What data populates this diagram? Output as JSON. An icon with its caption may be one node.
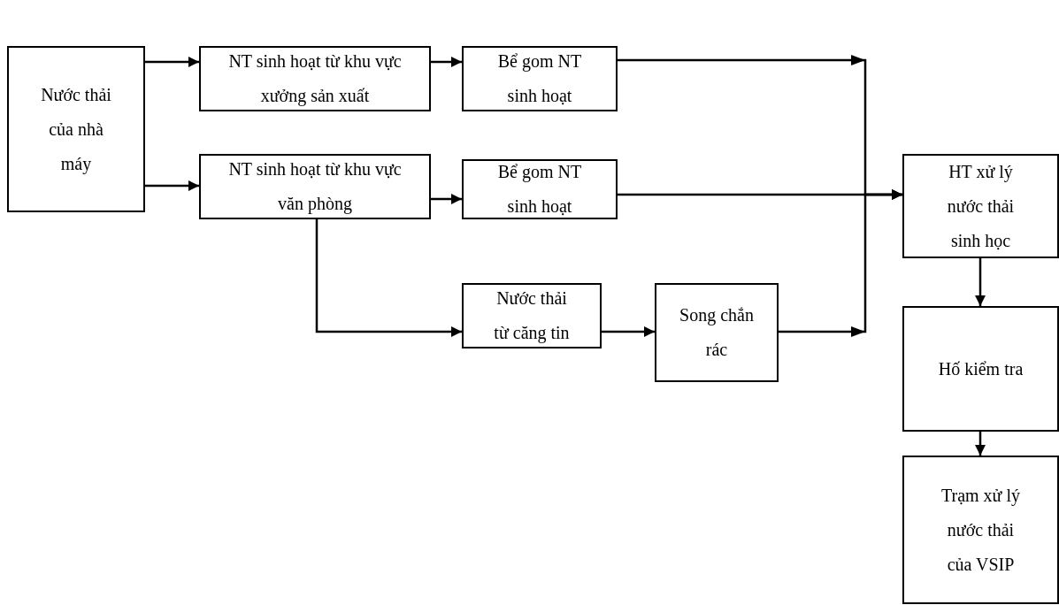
{
  "diagram": {
    "nodes": [
      {
        "text": [
          "Nước thải của nhà máy"
        ]
      },
      {
        "text": [
          "NT sinh hoạt từ khu vực xưởng sản xuất"
        ]
      },
      {
        "text": [
          "Bể gom NT sinh hoạt"
        ]
      },
      {
        "text": [
          "NT sinh hoạt từ khu vực văn phòng"
        ]
      },
      {
        "text": [
          "Bể gom NT sinh hoạt"
        ]
      },
      {
        "text": [
          "Nước thải từ căng tin"
        ]
      },
      {
        "text": [
          "Song chắn rác"
        ]
      },
      {
        "text": [
          "HT xử lý nước thải sinh học"
        ]
      },
      {
        "text": [
          "Hố kiểm tra"
        ]
      },
      {
        "text": [
          "Trạm xử lý nước thải của VSIP"
        ]
      }
    ],
    "edges": [
      {
        "from": 0,
        "to": 1,
        "arrow": "to"
      },
      {
        "from": 0,
        "to": 3,
        "arrow": "to"
      },
      {
        "from": 1,
        "to": 2,
        "arrow": "to"
      },
      {
        "from": 3,
        "to": 4,
        "arrow": "to"
      },
      {
        "from": 3,
        "to": 5,
        "arrow": "to"
      },
      {
        "from": 5,
        "to": 6,
        "arrow": "to"
      },
      {
        "from": 2,
        "to": 7,
        "arrow": "to"
      },
      {
        "from": 4,
        "to": 7,
        "arrow": "to"
      },
      {
        "from": 6,
        "to": 7,
        "arrow": "to"
      },
      {
        "from": 7,
        "to": 8,
        "arrow": "to"
      },
      {
        "from": 8,
        "to": 9,
        "arrow": "to"
      }
    ]
  }
}
